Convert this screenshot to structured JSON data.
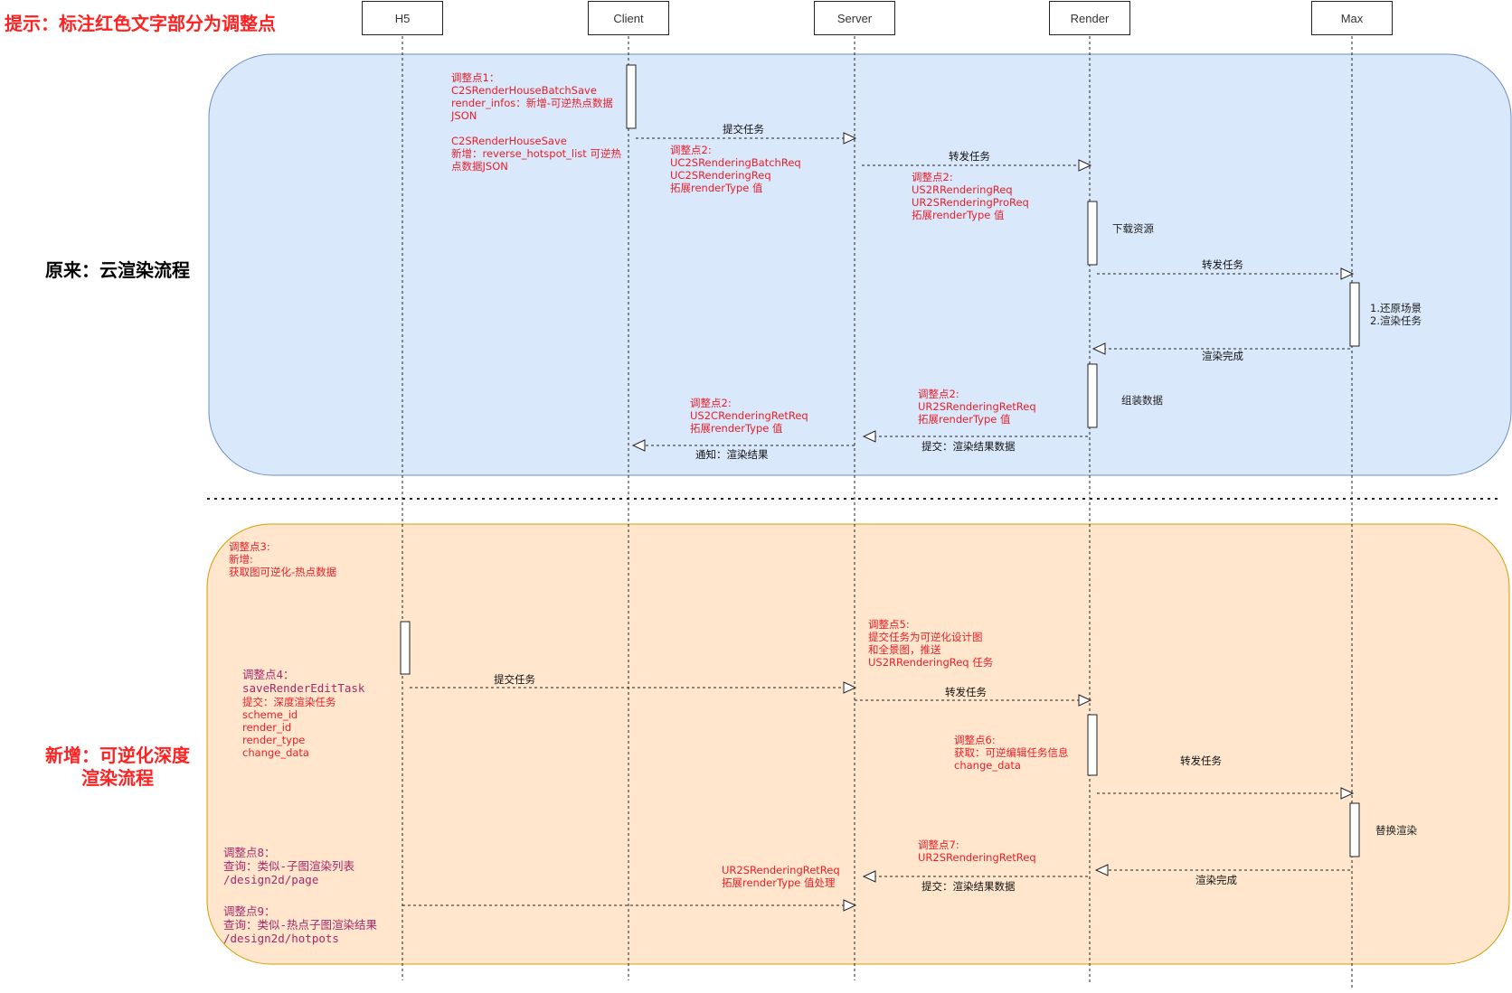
{
  "hint": "提示：标注红色文字部分为调整点",
  "actors": [
    "H5",
    "Client",
    "Server",
    "Render",
    "Max"
  ],
  "sections": {
    "original": "原来：云渲染流程",
    "new_line1": "新增：可逆化深度",
    "new_line2": "渲染流程"
  },
  "colors": {
    "original_bg": "#dae8fc",
    "original_border": "#6c8ebf",
    "new_bg": "#ffe6cc",
    "new_border": "#d79b00",
    "note_red": "#e8202a",
    "note_purple": "#a6286b"
  },
  "notes": {
    "n1_a": "调整点1：",
    "n1_b": "C2SRenderHouseBatchSave",
    "n1_c": "render_infos：新增-可逆热点数据",
    "n1_d": "JSON",
    "n1_e": "C2SRenderHouseSave",
    "n1_f": "新增：reverse_hotspot_list 可逆热",
    "n1_g": "点数据JSON",
    "n2a_a": "调整点2:",
    "n2a_b": "UC2SRenderingBatchReq",
    "n2a_c": "UC2SRenderingReq",
    "n2a_d": "拓展renderType 值",
    "n2b_a": "调整点2:",
    "n2b_b": "US2RRenderingReq",
    "n2b_c": "UR2SRenderingProReq",
    "n2b_d": "拓展renderType 值",
    "n2c_a": "调整点2:",
    "n2c_b": "US2CRenderingRetReq",
    "n2c_c": "拓展renderType 值",
    "n2d_a": "调整点2:",
    "n2d_b": "UR2SRenderingRetReq",
    "n2d_c": "拓展renderType 值",
    "n3_a": "调整点3:",
    "n3_b": "新增:",
    "n3_c": "获取图可逆化-热点数据",
    "n4_a": "调整点4：",
    "n4_b": "saveRenderEditTask",
    "n4_c": "提交：深度渲染任务",
    "n4_d": "scheme_id",
    "n4_e": "render_id",
    "n4_f": "render_type",
    "n4_g": "change_data",
    "n5_a": "调整点5:",
    "n5_b": "提交任务为可逆化设计图",
    "n5_c": "和全景图，推送",
    "n5_d": "US2RRenderingReq 任务",
    "n6_a": "调整点6:",
    "n6_b": "获取：可逆编辑任务信息",
    "n6_c": "change_data",
    "n7_a": "调整点7:",
    "n7_b": "UR2SRenderingRetReq",
    "n7x_a": "UR2SRenderingRetReq",
    "n7x_b": "拓展renderType 值处理",
    "n8_a": "调整点8：",
    "n8_b": "查询：类似-子图渲染列表",
    "n8_c": "/design2d/page",
    "n9_a": "调整点9：",
    "n9_b": "查询：类似-热点子图渲染结果",
    "n9_c": "/design2d/hotpots",
    "download": "下载资源",
    "restore_1": "1.还原场景",
    "restore_2": "2.渲染任务",
    "assemble": "组装数据",
    "replace": "替换渲染"
  },
  "messages": {
    "m1": "提交任务",
    "m2": "转发任务",
    "m3": "转发任务",
    "m4": "渲染完成",
    "m5": "通知：渲染结果",
    "m6": "提交：渲染结果数据",
    "m7": "提交任务",
    "m8": "转发任务",
    "m9": "转发任务",
    "m10": "渲染完成",
    "m11": "提交：渲染结果数据"
  }
}
